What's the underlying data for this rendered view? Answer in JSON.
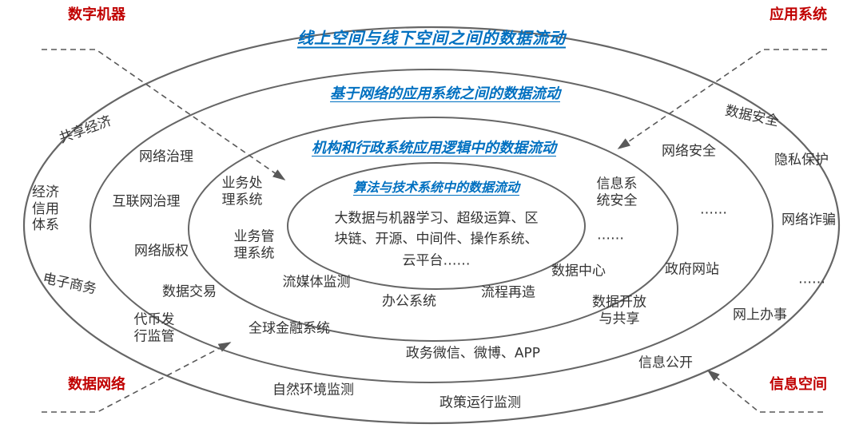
{
  "corners": {
    "top_left": "数字机器",
    "top_right": "应用系统",
    "bottom_left": "数据网络",
    "bottom_right": "信息空间"
  },
  "titles": {
    "ring1": "线上空间与线下空间之间的数据流动",
    "ring2": "基于网络的应用系统之间的数据流动",
    "ring3": "机构和行政系统应用逻辑中的数据流动",
    "core": "算法与技术系统中的数据流动"
  },
  "core_body": "大数据与机器学习、超级运算、区块链、开源、中间件、操作系统、云平台……",
  "ring1_items": [
    "共享经济",
    "经济信用体系",
    "电子商务",
    "代币发行监管",
    "自然环境监测",
    "政策运行监测",
    "数据安全",
    "隐私保护",
    "网络诈骗",
    "……",
    "网上办事",
    "信息公开"
  ],
  "ring2_items": [
    "网络治理",
    "互联网治理",
    "网络版权",
    "数据交易",
    "全球金融系统",
    "政务微信、微博、APP",
    "数据开放与共享",
    "政府网站",
    "……",
    "网络安全"
  ],
  "ring3_items": [
    "业务处理系统",
    "业务管理系统",
    "流媒体监测",
    "办公系统",
    "流程再造",
    "数据中心",
    "信息系统安全",
    "……"
  ],
  "colors": {
    "title_blue": "#0070c0",
    "corner_red": "#c00000",
    "line_gray": "#666666",
    "text_gray": "#333333"
  }
}
